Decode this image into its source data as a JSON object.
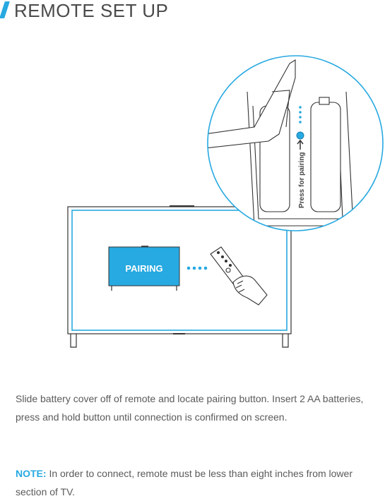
{
  "header": {
    "title": "REMOTE SET UP"
  },
  "illustration": {
    "screen_label": "PAIRING",
    "callout_label": "Press for pairing",
    "accent_color": "#27a9e1"
  },
  "instructions": {
    "body": "Slide battery cover off of remote and locate pairing button. Insert 2 AA batteries, press and hold button until connection is confirmed on screen.",
    "note_label": "NOTE:",
    "note_text": " In order to connect, remote must be less than eight inches from lower section of TV."
  }
}
